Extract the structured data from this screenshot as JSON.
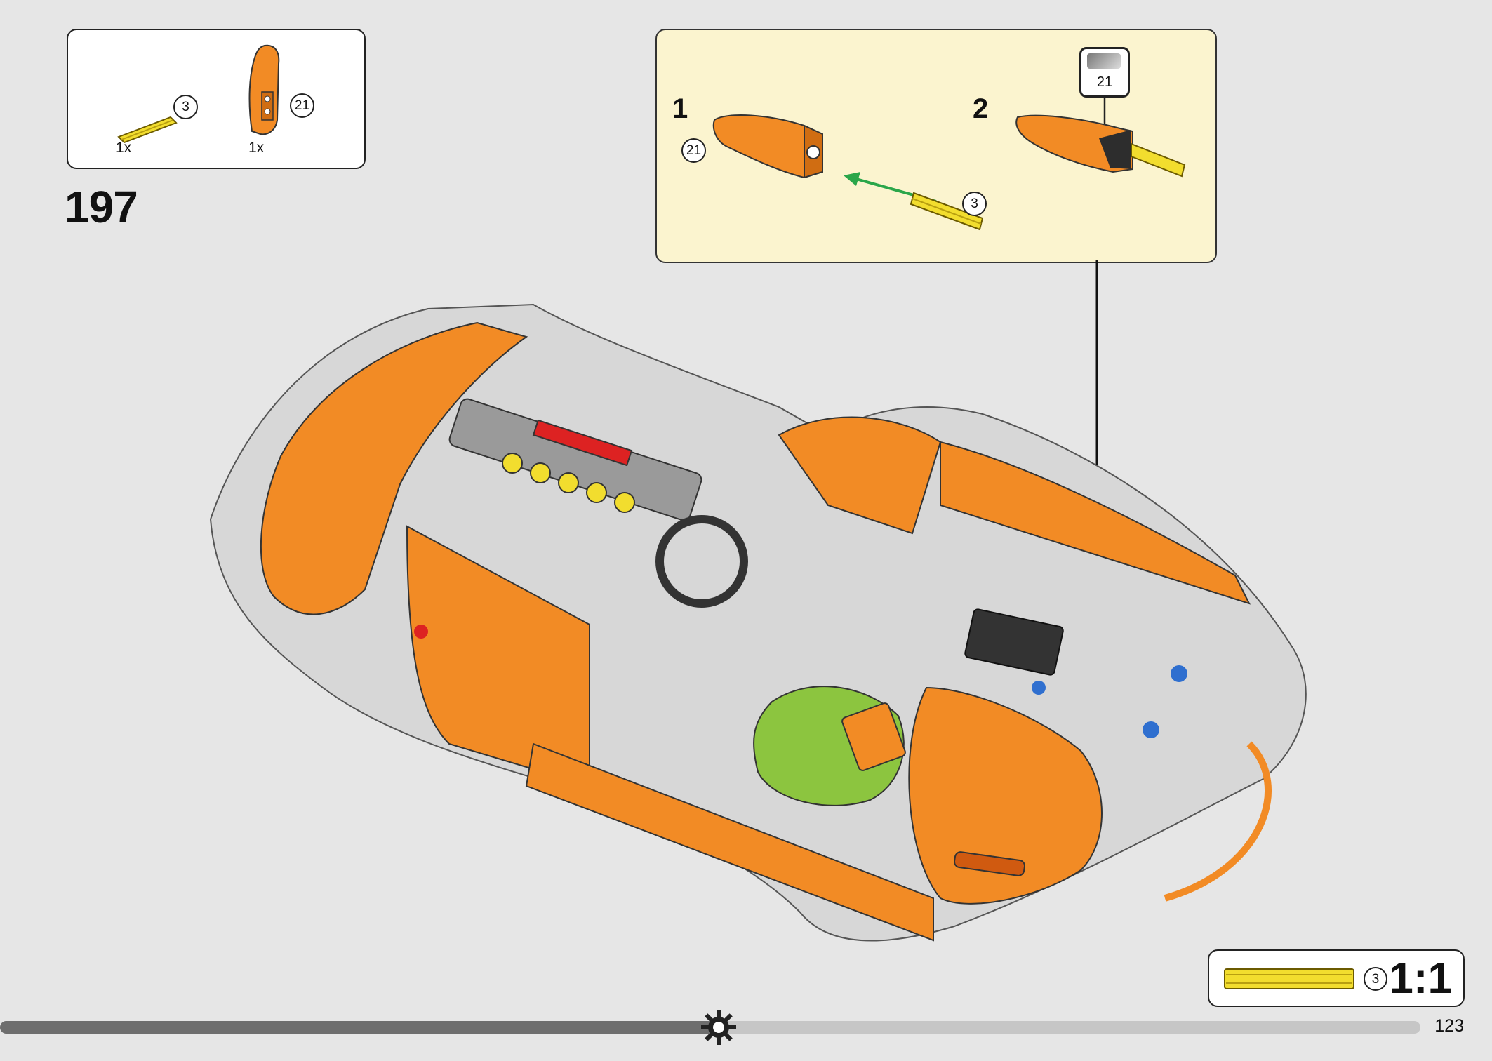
{
  "parts_list": {
    "items": [
      {
        "quantity": "1x",
        "length": "3",
        "color": "#f2dd2e",
        "icon": "yellow-axle-3"
      },
      {
        "quantity": "1x",
        "length": "21",
        "color": "#f28b25",
        "icon": "orange-panel-21"
      }
    ]
  },
  "step": {
    "number": "197"
  },
  "sub_assembly": {
    "steps": [
      {
        "number": "1",
        "callouts": [
          "21",
          "3"
        ]
      },
      {
        "number": "2",
        "sticker_label": "21"
      }
    ]
  },
  "scale_box": {
    "callout": "3",
    "ratio": "1:1"
  },
  "footer": {
    "page_number": "123"
  },
  "colors": {
    "orange": "#f28b25",
    "yellow": "#f2dd2e",
    "arrow_green": "#2aa64a",
    "callout_bg": "#fbf4cf",
    "background": "#e6e6e6"
  }
}
